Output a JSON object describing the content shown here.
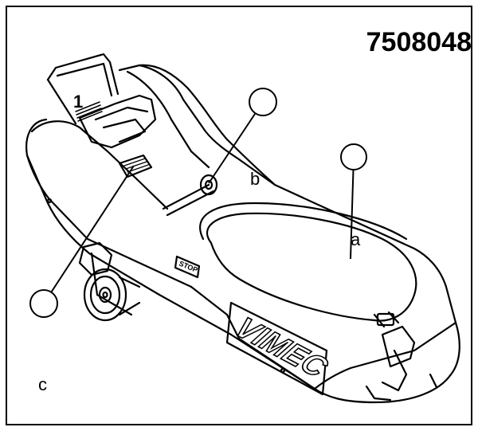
{
  "part_number": "7508048",
  "labels": {
    "one": "1",
    "a": "a",
    "b": "b",
    "c": "c"
  },
  "logo_text": "VIMEC",
  "stop_text": "STOP"
}
